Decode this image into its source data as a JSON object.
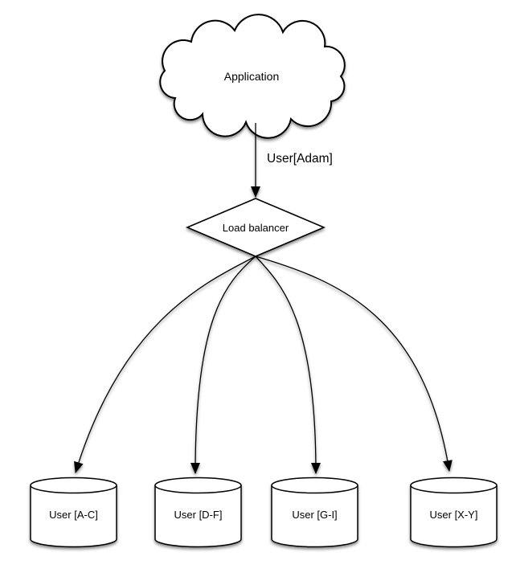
{
  "diagram": {
    "background_color": "#ffffff",
    "stroke_color": "#000000",
    "fill_color": "#ffffff",
    "nodes": {
      "application": {
        "label": "Application",
        "shape": "cloud"
      },
      "load_balancer": {
        "label": "Load balancer",
        "shape": "diamond"
      },
      "shards": [
        {
          "label": "User [A-C]",
          "shape": "cylinder"
        },
        {
          "label": "User [D-F]",
          "shape": "cylinder"
        },
        {
          "label": "User [G-I]",
          "shape": "cylinder"
        },
        {
          "label": "User [X-Y]",
          "shape": "cylinder"
        }
      ]
    },
    "edges": {
      "app_to_balancer": {
        "label": "User[Adam]"
      }
    }
  }
}
